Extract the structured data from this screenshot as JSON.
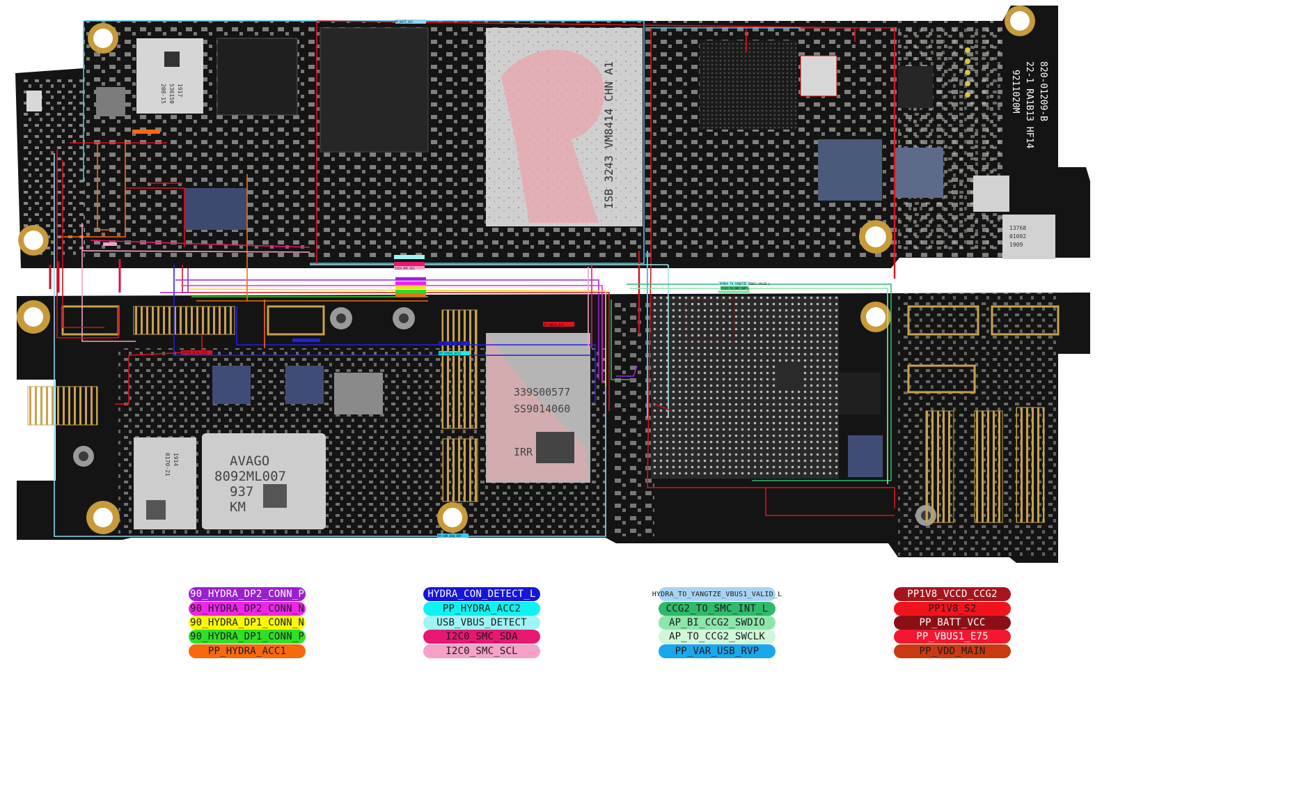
{
  "board": {
    "top_chip_text": "ISB 3243 VM8414 CHN A1",
    "top_id_text": "820-01209-B",
    "top_id_text_2": "22-1 RA1B13 HF14",
    "top_id_text_3": "9211020M",
    "module_text": [
      "208-15",
      "536150",
      "1917"
    ],
    "module2_text": [
      "13768",
      "01092",
      "1909"
    ],
    "bottom_chip_text": [
      "339S00577",
      "SS9014060",
      "IRR"
    ],
    "avago_text": [
      "AVAGO",
      "8092ML007",
      "937",
      "KM"
    ],
    "small_module_text": [
      "1914",
      "0170-21"
    ]
  },
  "trace_tags": [
    "HYDRA_TO_YANGTZE_VBUS1_VALID_L",
    "PP_VBUS1_E75",
    "PP1V8_VCCD_CCG2",
    "PP_BATT_VCC",
    "I2C0_SMC_SCL",
    "CCG2_TO_SMC_INT_L",
    "PP_HYDRA_ACC2",
    "HYDRA_CON_DETECT_L",
    "PP_VAR_USB_RVP"
  ],
  "legend": [
    {
      "label": "90_HYDRA_DP2_CONN_P",
      "bg": "#9b1fd1",
      "fg": "#ffffff"
    },
    {
      "label": "90_HYDRA_DP2_CONN_N",
      "bg": "#ee25e8",
      "fg": "#1a1a1a"
    },
    {
      "label": "90_HYDRA_DP1_CONN_N",
      "bg": "#f8f804",
      "fg": "#1a1a1a"
    },
    {
      "label": "90_HYDRA_DP1_CONN_P",
      "bg": "#2ee026",
      "fg": "#1a1a1a"
    },
    {
      "label": "PP_HYDRA_ACC1",
      "bg": "#f8690f",
      "fg": "#1a1a1a"
    },
    {
      "label": "HYDRA_CON_DETECT_L",
      "bg": "#1515dc",
      "fg": "#ffffff"
    },
    {
      "label": "PP_HYDRA_ACC2",
      "bg": "#10f2f2",
      "fg": "#1a1a1a"
    },
    {
      "label": "USB_VBUS_DETECT",
      "bg": "#9ff4f4",
      "fg": "#1a1a1a"
    },
    {
      "label": "I2C0_SMC_SDA",
      "bg": "#e8176f",
      "fg": "#1a1a1a"
    },
    {
      "label": "I2C0_SMC_SCL",
      "bg": "#f5a1c8",
      "fg": "#1a1a1a"
    },
    {
      "label": "HYDRA_TO_YANGTZE_VBUS1_VALID_L",
      "bg": "#a8d4f2",
      "fg": "#1a1a1a"
    },
    {
      "label": "CCG2_TO_SMC_INT_L",
      "bg": "#2fba6a",
      "fg": "#1a1a1a"
    },
    {
      "label": "AP_BI_CCG2_SWDIO",
      "bg": "#8ce6aa",
      "fg": "#1a1a1a"
    },
    {
      "label": "AP_TO_CCG2_SWCLK",
      "bg": "#cff7d8",
      "fg": "#1a1a1a"
    },
    {
      "label": "PP_VAR_USB_RVP",
      "bg": "#1aa7ec",
      "fg": "#1a1a1a"
    },
    {
      "label": "PP1V8_VCCD_CCG2",
      "bg": "#a8141c",
      "fg": "#ffffff"
    },
    {
      "label": "PP1V8_S2",
      "bg": "#f0141e",
      "fg": "#1a1a1a"
    },
    {
      "label": "PP_BATT_VCC",
      "bg": "#8c0f16",
      "fg": "#ffffff"
    },
    {
      "label": "PP_VBUS1_E75",
      "bg": "#f31830",
      "fg": "#ffffff"
    },
    {
      "label": "PP_VDD_MAIN",
      "bg": "#c83a12",
      "fg": "#1a1a1a"
    }
  ]
}
